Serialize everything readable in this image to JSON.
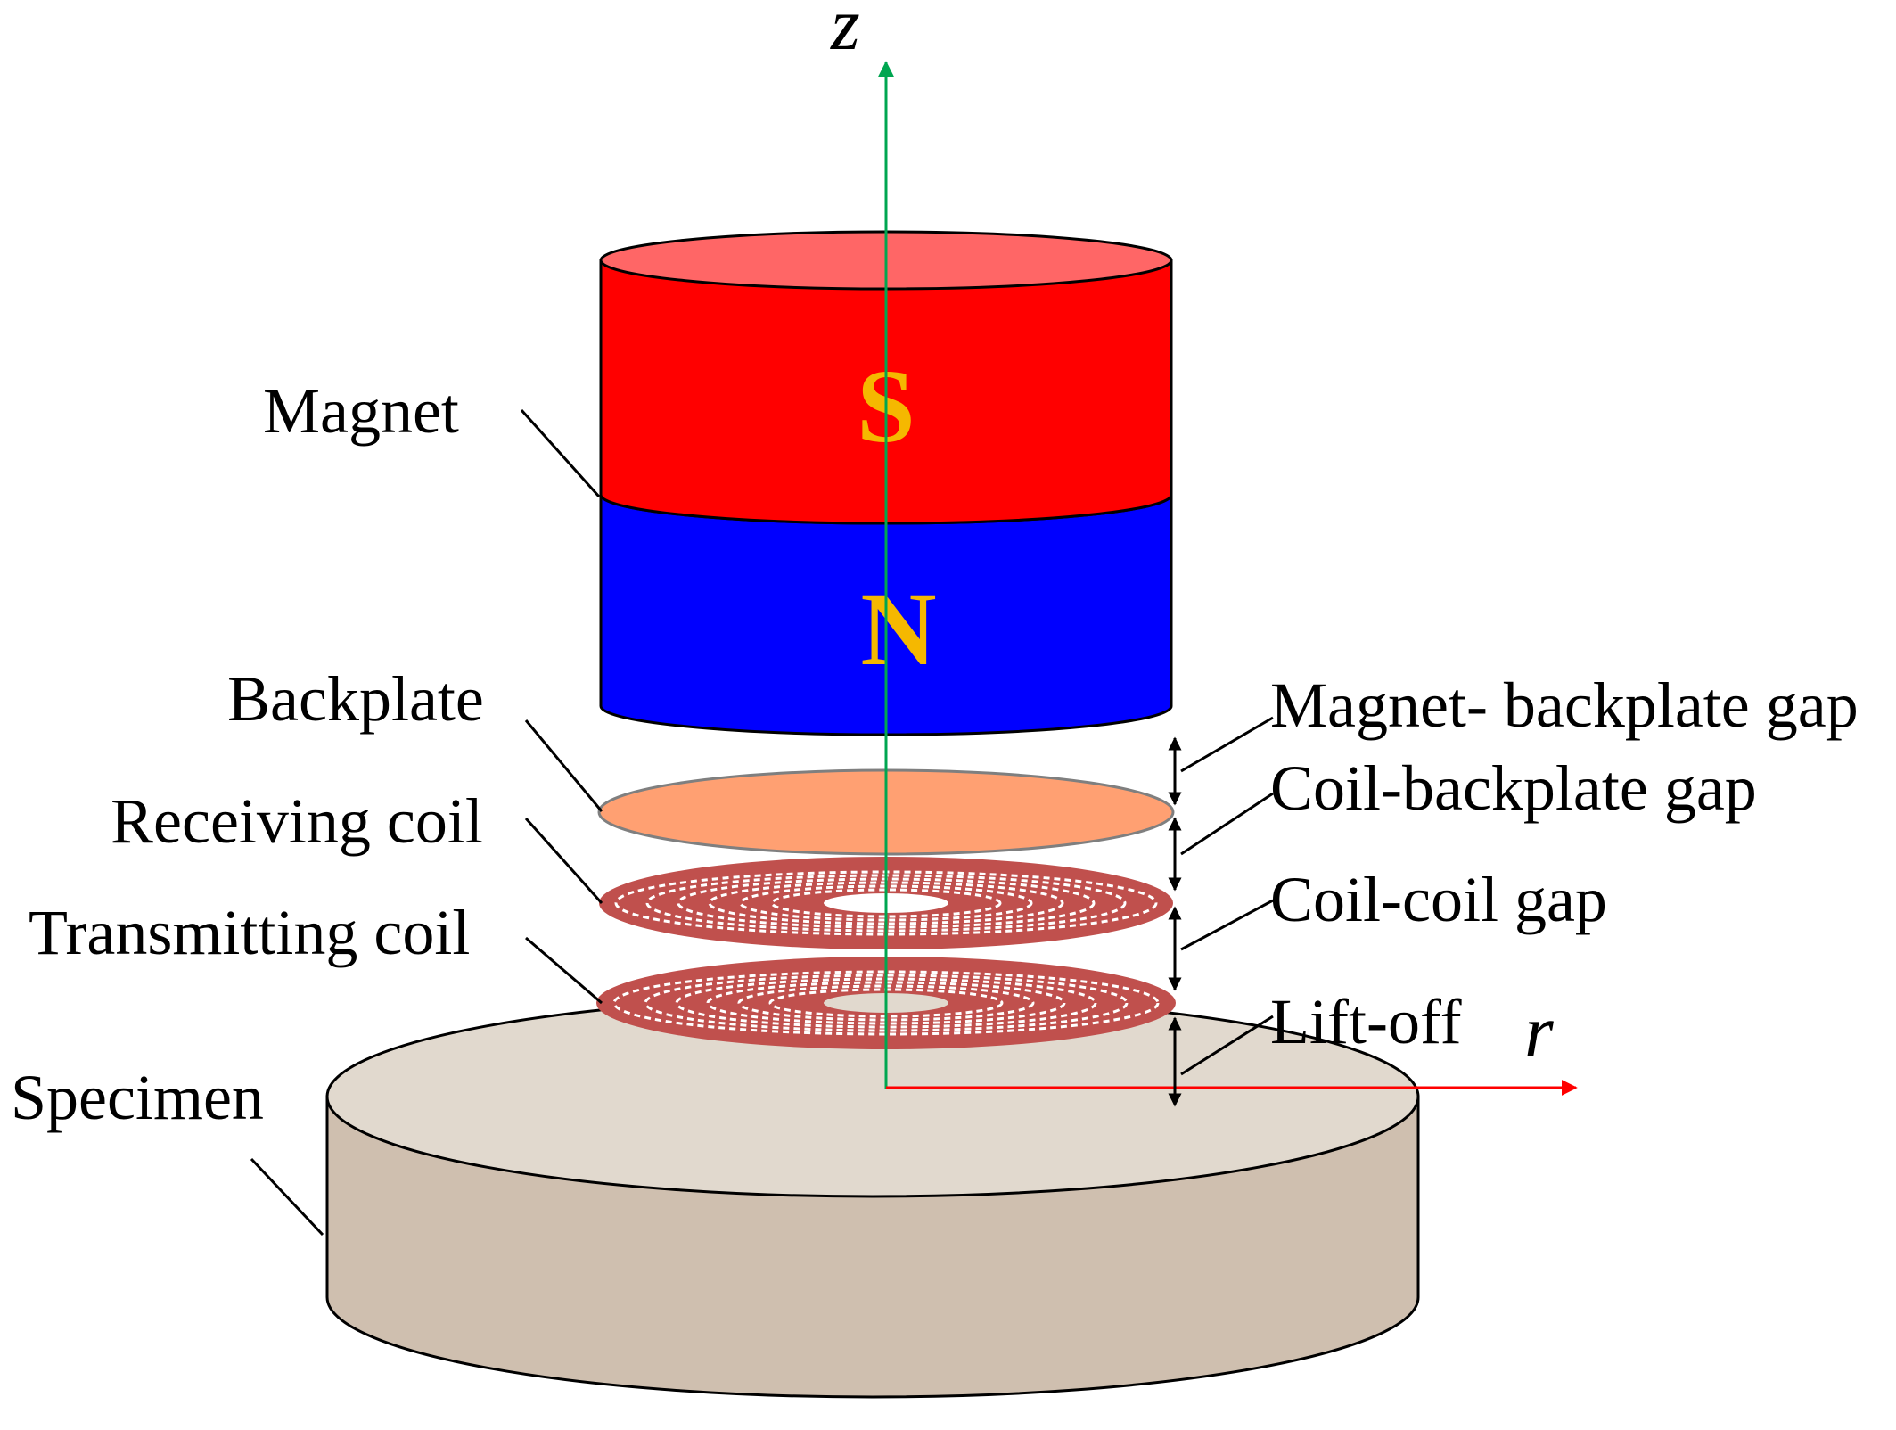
{
  "labels": {
    "magnet": "Magnet",
    "backplate": "Backplate",
    "receiving_coil": "Receiving coil",
    "transmitting_coil": "Transmitting coil",
    "specimen": "Specimen",
    "magnet_backplate_gap": "Magnet- backplate gap",
    "coil_backplate_gap": "Coil-backplate gap",
    "coil_coil_gap": "Coil-coil gap",
    "lift_off": "Lift-off"
  },
  "poles": {
    "south": "S",
    "north": "N"
  },
  "axes": {
    "z": "z",
    "r": "r"
  },
  "colors": {
    "magnet_south": "#FF0000",
    "magnet_south_top": "#FF6666",
    "magnet_north": "#0000FF",
    "pole_text": "#F5B800",
    "backplate": "#FFA072",
    "coil": "#C0504D",
    "specimen_side": "#CFBFAF",
    "specimen_top": "#E1D9CE",
    "z_axis": "#00A650",
    "r_axis": "#FF0000"
  }
}
